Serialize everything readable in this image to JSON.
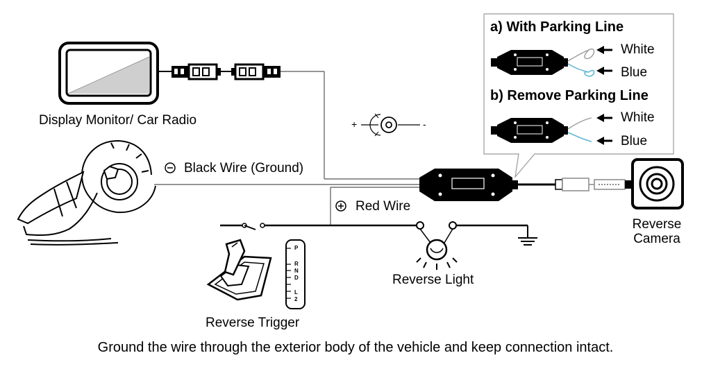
{
  "labels": {
    "display_monitor": "Display Monitor/ Car Radio",
    "black_wire": "Black Wire (Ground)",
    "red_wire": "Red Wire",
    "reverse_camera_line1": "Reverse",
    "reverse_camera_line2": "Camera",
    "reverse_light": "Reverse Light",
    "reverse_trigger": "Reverse Trigger",
    "footer": "Ground the wire through the exterior body of the vehicle and keep connection intact.",
    "plus": "+",
    "minus": "-"
  },
  "callout": {
    "option_a_title": "a) With Parking Line",
    "option_b_title": "b) Remove Parking Line",
    "white_label": "White",
    "blue_label": "Blue"
  },
  "gear_indicator": {
    "letters": [
      "P",
      "R",
      "N",
      "D",
      "L",
      "2"
    ]
  },
  "colors": {
    "blue_wire": "#5fb7d4",
    "white_wire": "#9a9a9a",
    "line": "#000000"
  }
}
